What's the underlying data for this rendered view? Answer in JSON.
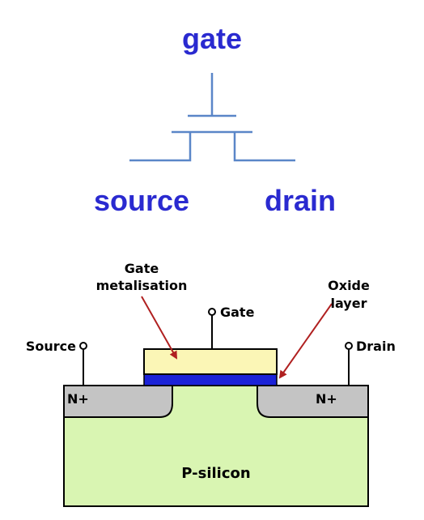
{
  "symbol": {
    "gate_label": "gate",
    "source_label": "source",
    "drain_label": "drain",
    "text_color": "#2a2ad0",
    "line_color": "#5a86c8"
  },
  "cross_section": {
    "gate_metal_label_line1": "Gate",
    "gate_metal_label_line2": "metalisation",
    "gate_terminal_label": "Gate",
    "oxide_label_line1": "Oxide",
    "oxide_label_line2": "layer",
    "source_terminal_label": "Source",
    "drain_terminal_label": "Drain",
    "n_plus_left": "N+",
    "n_plus_right": "N+",
    "substrate_label": "P-silicon",
    "colors": {
      "substrate": "#d9f5b2",
      "n_region": "#c4c4c4",
      "gate_metal": "#fbf6b6",
      "oxide": "#1b22d8",
      "arrow": "#b02020"
    }
  }
}
